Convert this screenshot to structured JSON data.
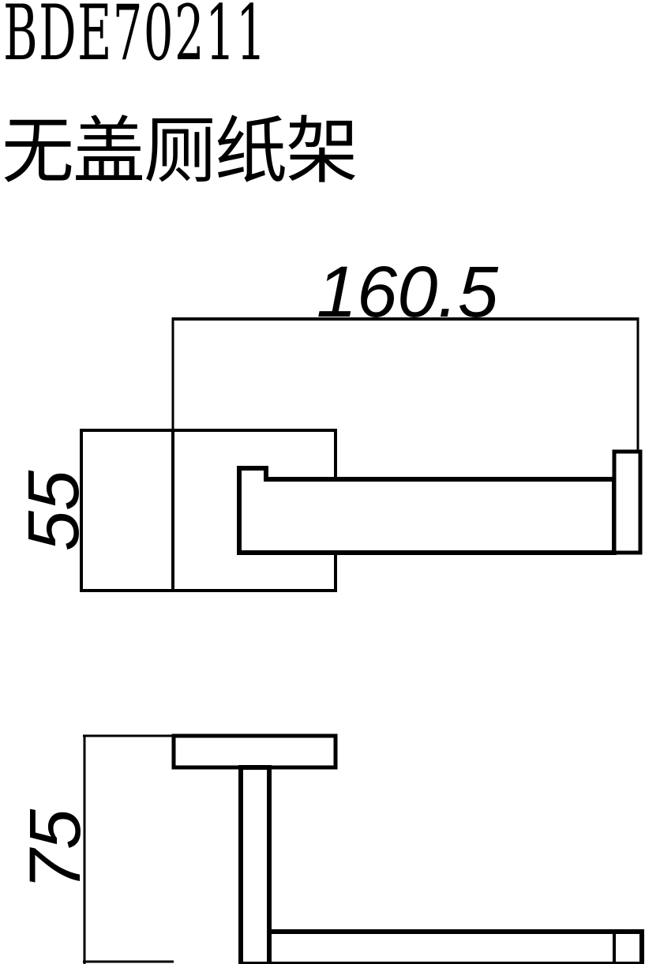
{
  "drawing": {
    "model_code": "BDE70211",
    "product_name": "无盖厕纸架",
    "dimensions": {
      "width": "160.5",
      "front_height": "55",
      "side_depth": "75"
    },
    "line_color": "#000000",
    "background_color": "#ffffff"
  }
}
